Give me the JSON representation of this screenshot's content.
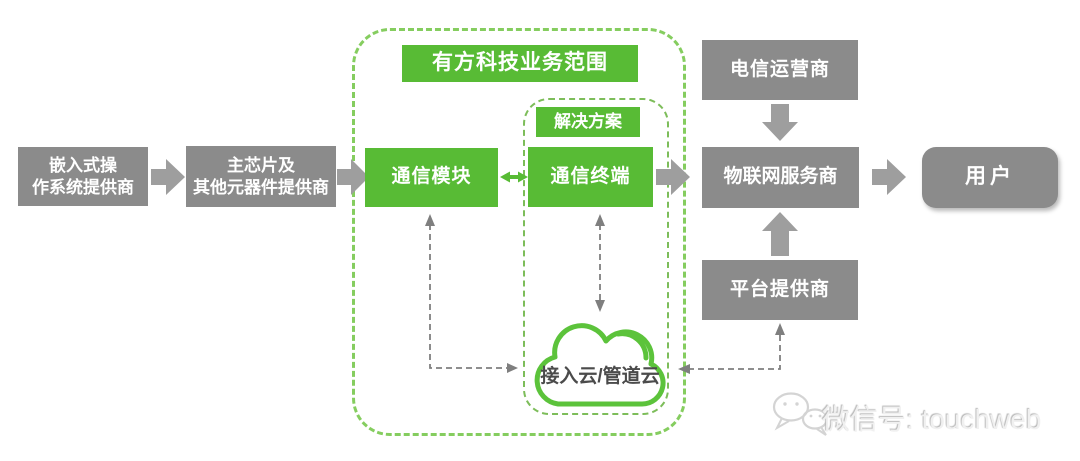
{
  "diagram": {
    "outer_container": {
      "title": "有方科技业务范围"
    },
    "inner_container": {
      "title": "解决方案"
    },
    "nodes": {
      "os_provider": {
        "line1": "嵌入式操",
        "line2": "作系统提供商"
      },
      "chip_provider": {
        "line1": "主芯片及",
        "line2": "其他元器件提供商"
      },
      "comm_module": {
        "label": "通信模块"
      },
      "comm_terminal": {
        "label": "通信终端"
      },
      "telecom_operator": {
        "label": "电信运营商"
      },
      "iot_service_provider": {
        "label": "物联网服务商"
      },
      "platform_provider": {
        "label": "平台提供商"
      },
      "user": {
        "label": "用户"
      },
      "cloud": {
        "label": "接入云/管道云"
      }
    },
    "colors": {
      "node_green": "#58bb35",
      "dashed_border_green": "#85cd5f",
      "gray_box": "#8b8b8b",
      "gray_arrow": "#9e9e9e",
      "connector_gray": "#7f7f7f",
      "cloud_stroke": "#5cc33b",
      "cloud_text": "#4b4b4b"
    },
    "icons": [
      "cloud-icon",
      "wechat-icon",
      "arrow-right-icon",
      "arrow-down-icon",
      "arrow-up-icon",
      "double-arrow-icon"
    ]
  },
  "watermark": {
    "text": "微信号: touchweb"
  }
}
